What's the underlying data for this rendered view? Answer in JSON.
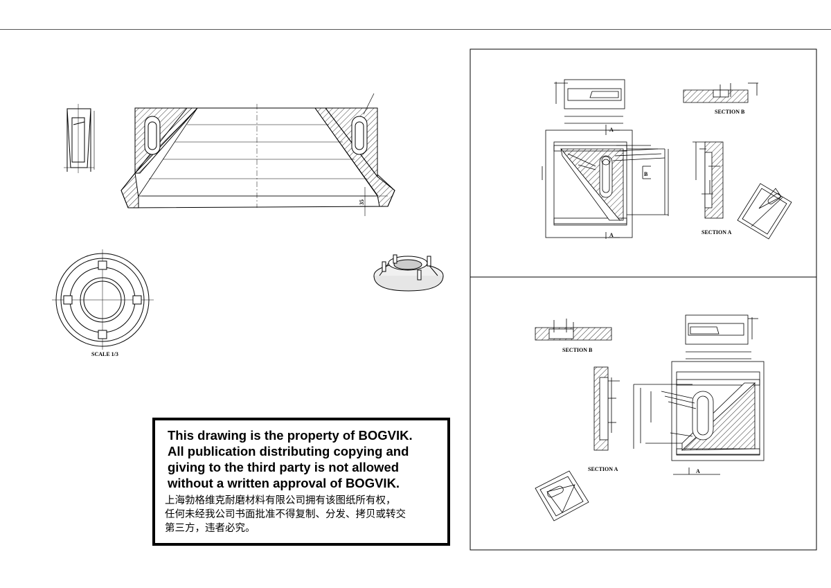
{
  "notice": {
    "lines_en": [
      "This drawing is the property of BOGVIK.",
      "All publication distributing copying and",
      "giving to the third party is not allowed",
      "without a written approval of BOGVIK."
    ],
    "lines_cn": [
      "上海勃格维克耐磨材料有限公司拥有该图纸所有权，",
      "任何未经我公司书面批准不得复制、分发、拷贝或转交",
      "第三方，违者必究。"
    ]
  },
  "labels": {
    "dimension_35": "35",
    "scale": "SCALE 1/3",
    "section_b_top": "SECTION B",
    "section_a_top": "SECTION A",
    "section_b_bottom": "SECTION B",
    "section_a_bottom": "SECTION A",
    "mark_a_upper": "A",
    "mark_a_lower": "A",
    "mark_b": "B",
    "mark_a_bottom_panel": "A"
  }
}
